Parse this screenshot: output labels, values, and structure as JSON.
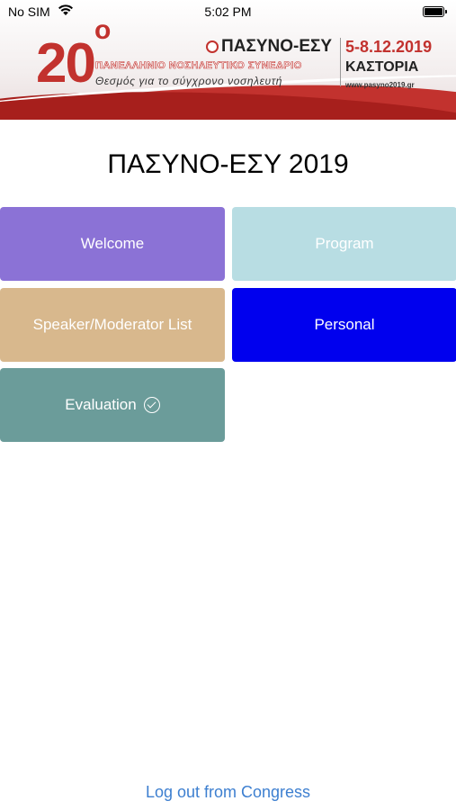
{
  "status_bar": {
    "carrier": "No SIM",
    "time": "5:02 PM"
  },
  "banner": {
    "edition_number": "20",
    "edition_suffix": "ο",
    "organization": "ΠΑΣΥΝΟ-ΕΣΥ",
    "conference_name": "ΠΑΝΕΛΛΗΝΙΟ ΝΟΣΗΛΕΥΤΙΚΟ ΣΥΝΕΔΡΙΟ",
    "slogan": "Θεσμός για το σύγχρονο νοσηλευτή",
    "dates": "5-8.12.2019",
    "city": "ΚΑΣΤΟΡΙΑ",
    "url": "www.pasyno2019.gr"
  },
  "page_title": "ΠΑΣΥΝΟ-ΕΣΥ 2019",
  "tiles": {
    "welcome": {
      "label": "Welcome",
      "color": "#8b72d6"
    },
    "program": {
      "label": "Program",
      "color": "#b8dde3"
    },
    "speakers": {
      "label": "Speaker/Moderator List",
      "color": "#d8b88d"
    },
    "personal": {
      "label": "Personal",
      "color": "#0000ee"
    },
    "evaluation": {
      "label": "Evaluation",
      "color": "#6b9c9a",
      "icon": "check-circle-icon"
    }
  },
  "logout_label": "Log out from Congress",
  "colors": {
    "banner_red": "#c2322e",
    "link_blue": "#3d7fd0"
  }
}
